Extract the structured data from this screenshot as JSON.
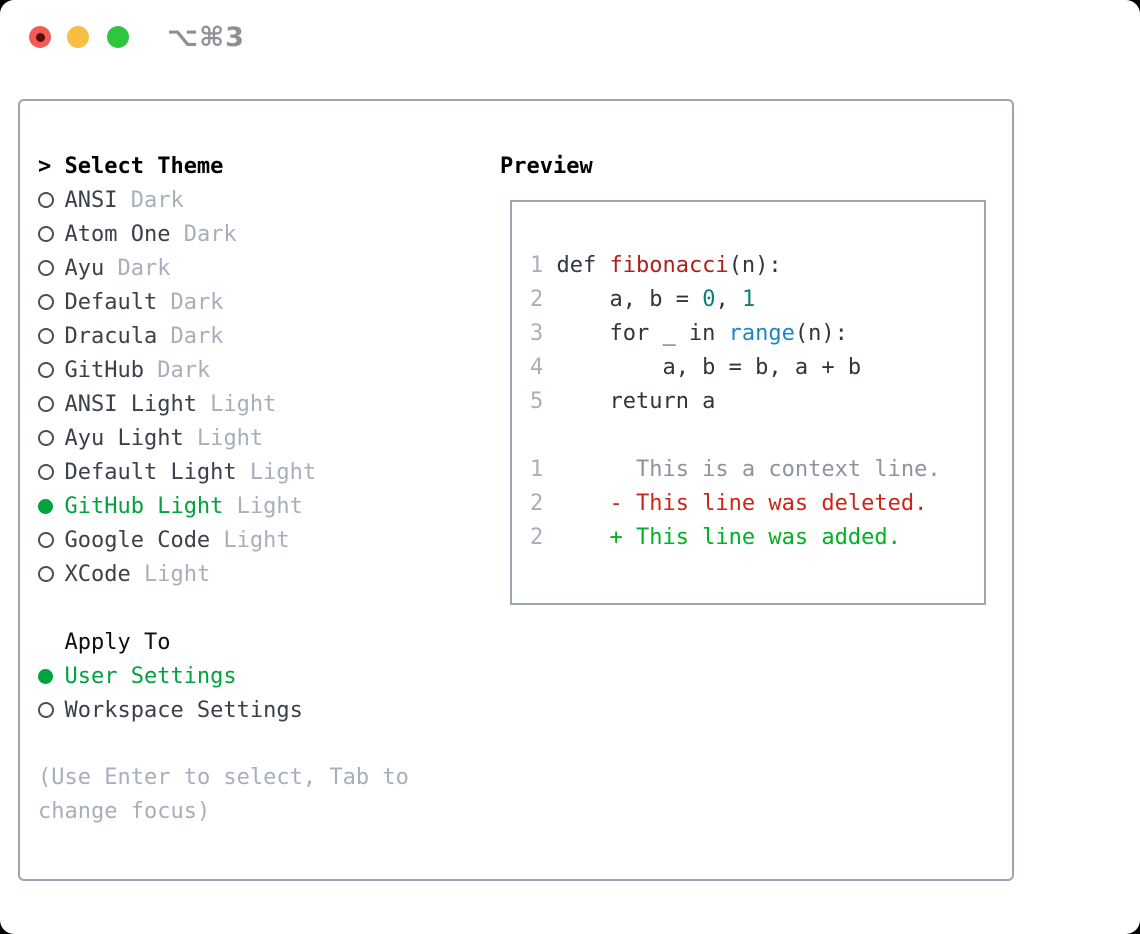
{
  "window": {
    "title": "⌥⌘3",
    "traffic_lights": [
      "close",
      "minimize",
      "zoom"
    ]
  },
  "colors": {
    "accent_green": "#00a33e",
    "diff_added_green": "#00b122",
    "diff_deleted_red": "#cd2517",
    "function_red": "#b01e1e",
    "builtin_blue": "#1b86c9",
    "number_teal": "#0f7d7d",
    "muted_gray": "#a7afbb",
    "panel_border": "#9aa4b2"
  },
  "theme_picker": {
    "header_prefix": ">",
    "header": "Select Theme",
    "items": [
      {
        "name": "ANSI",
        "variant": "Dark",
        "selected": false
      },
      {
        "name": "Atom One",
        "variant": "Dark",
        "selected": false
      },
      {
        "name": "Ayu",
        "variant": "Dark",
        "selected": false
      },
      {
        "name": "Default",
        "variant": "Dark",
        "selected": false
      },
      {
        "name": "Dracula",
        "variant": "Dark",
        "selected": false
      },
      {
        "name": "GitHub",
        "variant": "Dark",
        "selected": false
      },
      {
        "name": "ANSI Light",
        "variant": "Light",
        "selected": false
      },
      {
        "name": "Ayu Light",
        "variant": "Light",
        "selected": false
      },
      {
        "name": "Default Light",
        "variant": "Light",
        "selected": false
      },
      {
        "name": "GitHub Light",
        "variant": "Light",
        "selected": true
      },
      {
        "name": "Google Code",
        "variant": "Light",
        "selected": false
      },
      {
        "name": "XCode",
        "variant": "Light",
        "selected": false
      }
    ],
    "apply_to": {
      "header": "Apply To",
      "options": [
        {
          "name": "User Settings",
          "selected": true
        },
        {
          "name": "Workspace Settings",
          "selected": false
        }
      ]
    },
    "hint_lines": [
      "(Use Enter to select, Tab to",
      "change focus)"
    ]
  },
  "preview": {
    "title": "Preview",
    "lines": [
      {
        "num": "1",
        "segments": [
          {
            "t": "def ",
            "k": "text"
          },
          {
            "t": "fibonacci",
            "k": "func"
          },
          {
            "t": "(n):",
            "k": "text"
          }
        ]
      },
      {
        "num": "2",
        "segments": [
          {
            "t": "    a, b = ",
            "k": "text"
          },
          {
            "t": "0",
            "k": "num"
          },
          {
            "t": ", ",
            "k": "text"
          },
          {
            "t": "1",
            "k": "num"
          }
        ]
      },
      {
        "num": "3",
        "segments": [
          {
            "t": "    for _ in ",
            "k": "text"
          },
          {
            "t": "range",
            "k": "builtin"
          },
          {
            "t": "(n):",
            "k": "text"
          }
        ]
      },
      {
        "num": "4",
        "segments": [
          {
            "t": "        a, b = b, a + b",
            "k": "text"
          }
        ]
      },
      {
        "num": "5",
        "segments": [
          {
            "t": "    return a",
            "k": "text"
          }
        ]
      },
      {
        "num": "",
        "segments": []
      },
      {
        "num": "1",
        "segments": [
          {
            "t": "      This is a context line.",
            "k": "ctx"
          }
        ]
      },
      {
        "num": "2",
        "segments": [
          {
            "t": "    - This line was deleted.",
            "k": "del"
          }
        ]
      },
      {
        "num": "2",
        "segments": [
          {
            "t": "    + This line was added.",
            "k": "add"
          }
        ]
      }
    ]
  }
}
